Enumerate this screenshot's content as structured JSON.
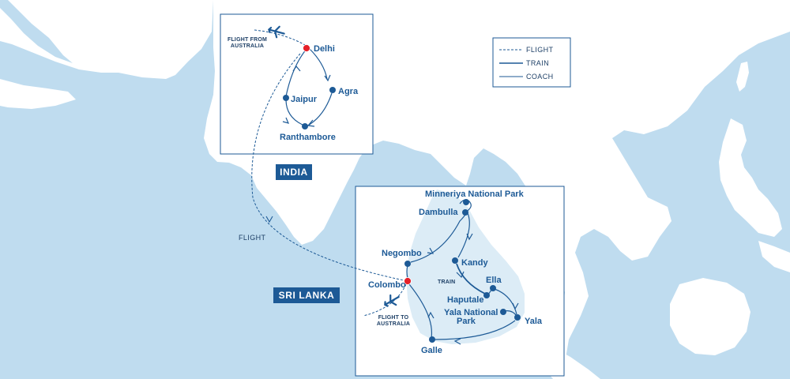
{
  "colors": {
    "water": "#bfdcef",
    "land": "#ffffff",
    "route": "#1d5a96",
    "hub": "#e5202a",
    "badge": "#1d5a96"
  },
  "regions": {
    "india": "INDIA",
    "sri_lanka": "SRI LANKA"
  },
  "legend": {
    "flight": "FLIGHT",
    "train": "TRAIN",
    "coach": "COACH"
  },
  "india_stops": {
    "delhi": "Delhi",
    "agra": "Agra",
    "jaipur": "Jaipur",
    "ranthambore": "Ranthambore"
  },
  "sri_lanka_stops": {
    "minneriya_national_park": "Minneriya National Park",
    "dambulla": "Dambulla",
    "kandy": "Kandy",
    "ella": "Ella",
    "haputale": "Haputale",
    "yala_national_park_line1": "Yala National",
    "yala_national_park_line2": "Park",
    "yala": "Yala",
    "galle": "Galle",
    "colombo": "Colombo",
    "negombo": "Negombo"
  },
  "annotations": {
    "flight_from_australia_line1": "FLIGHT FROM",
    "flight_from_australia_line2": "AUSTRALIA",
    "flight_to_australia_line1": "FLIGHT TO",
    "flight_to_australia_line2": "AUSTRALIA",
    "flight": "FLIGHT",
    "train": "TRAIN"
  },
  "icons": [
    "plane-icon",
    "plane-icon"
  ]
}
